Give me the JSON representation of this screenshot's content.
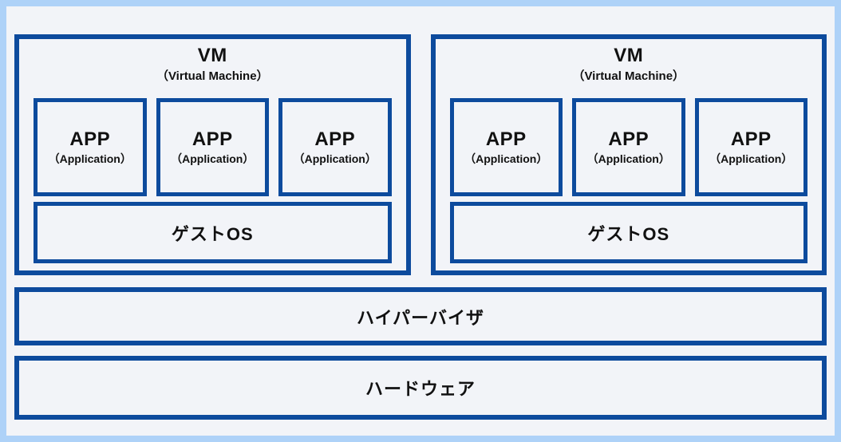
{
  "colors": {
    "frame": "#aed2f8",
    "panel_bg": "#f2f4f8",
    "border": "#0d4b9d",
    "text": "#111111"
  },
  "vms": [
    {
      "title": "VM",
      "subtitle": "（Virtual Machine）",
      "apps": [
        {
          "title": "APP",
          "subtitle": "（Application）"
        },
        {
          "title": "APP",
          "subtitle": "（Application）"
        },
        {
          "title": "APP",
          "subtitle": "（Application）"
        }
      ],
      "guest_os": "ゲストOS"
    },
    {
      "title": "VM",
      "subtitle": "（Virtual Machine）",
      "apps": [
        {
          "title": "APP",
          "subtitle": "（Application）"
        },
        {
          "title": "APP",
          "subtitle": "（Application）"
        },
        {
          "title": "APP",
          "subtitle": "（Application）"
        }
      ],
      "guest_os": "ゲストOS"
    }
  ],
  "layers": {
    "hypervisor": "ハイパーバイザ",
    "hardware": "ハードウェア"
  }
}
